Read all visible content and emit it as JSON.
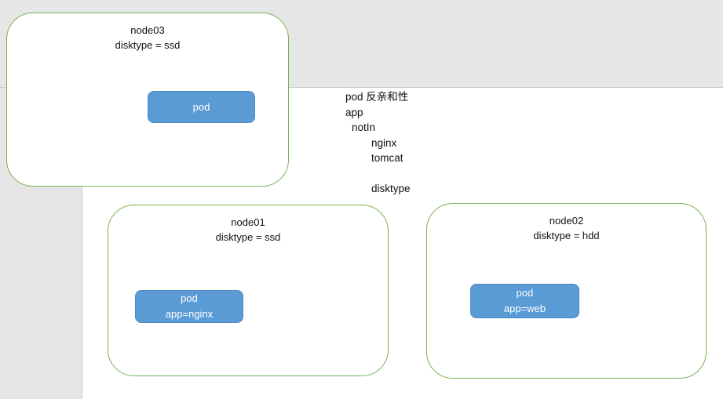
{
  "workspace": {
    "margin_gray": "#e7e6e6",
    "divider_gray": "#c9c9c9",
    "canvas_white": "#ffffff"
  },
  "theme": {
    "node_border_green": "#77b255",
    "pod_fill_blue": "#5b9bd5",
    "pod_border_blue": "#4e87c0",
    "pod_text_color": "#ffffff",
    "text_color": "#111111"
  },
  "nodes": [
    {
      "title": "node03",
      "subtitle": "disktype = ssd",
      "pod": {
        "lines": [
          "pod"
        ]
      }
    },
    {
      "title": "node01",
      "subtitle": "disktype = ssd",
      "pod": {
        "lines": [
          "pod",
          "app=nginx"
        ]
      }
    },
    {
      "title": "node02",
      "subtitle": "disktype = hdd",
      "pod": {
        "lines": [
          "pod",
          "app=web"
        ]
      }
    }
  ],
  "annotation": {
    "lines": [
      "pod 反亲和性",
      "app",
      "notIn",
      "nginx",
      "tomcat",
      "",
      "disktype"
    ]
  }
}
